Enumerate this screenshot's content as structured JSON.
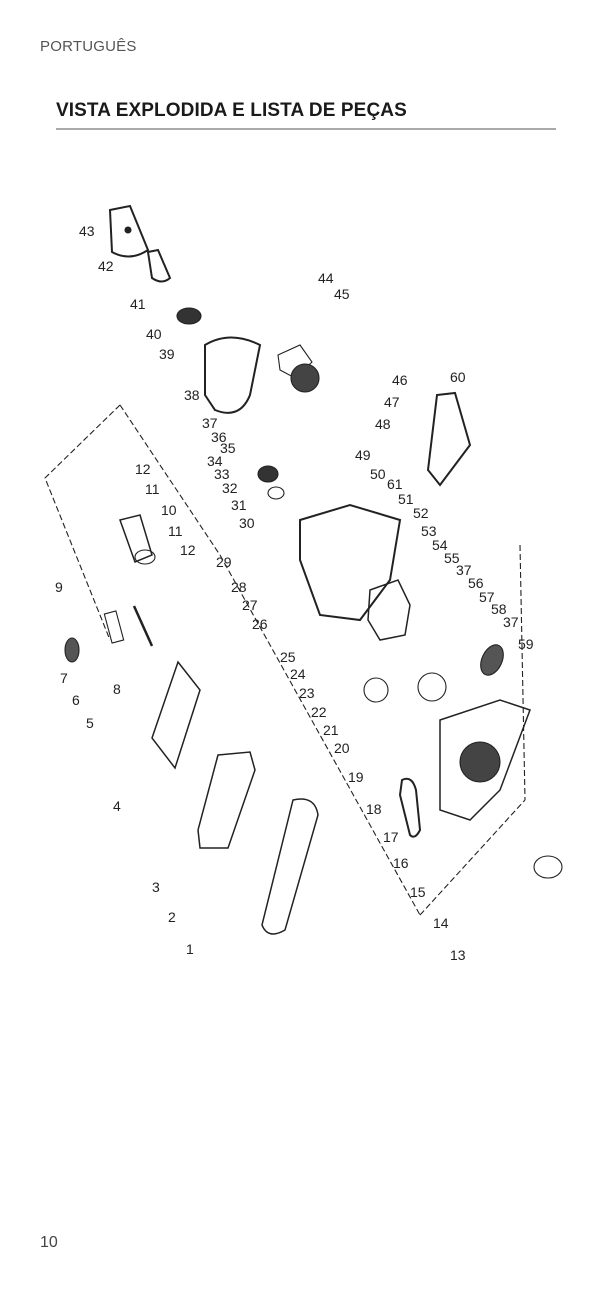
{
  "header": {
    "language": "PORTUGUÊS",
    "title": "VISTA EXPLODIDA E LISTA DE PEÇAS"
  },
  "diagram": {
    "description": "Exploded view of belt sander with numbered part callouts",
    "callouts": [
      "1",
      "2",
      "3",
      "4",
      "5",
      "6",
      "7",
      "8",
      "9",
      "10",
      "11",
      "11",
      "12",
      "12",
      "13",
      "14",
      "15",
      "16",
      "17",
      "18",
      "19",
      "20",
      "21",
      "22",
      "23",
      "24",
      "25",
      "26",
      "27",
      "28",
      "29",
      "30",
      "31",
      "32",
      "33",
      "34",
      "35",
      "36",
      "37",
      "37",
      "37",
      "38",
      "39",
      "40",
      "41",
      "42",
      "43",
      "44",
      "45",
      "46",
      "47",
      "48",
      "49",
      "50",
      "51",
      "52",
      "53",
      "54",
      "55",
      "56",
      "57",
      "58",
      "59",
      "60",
      "61"
    ]
  },
  "footer": {
    "page_number": "10"
  }
}
